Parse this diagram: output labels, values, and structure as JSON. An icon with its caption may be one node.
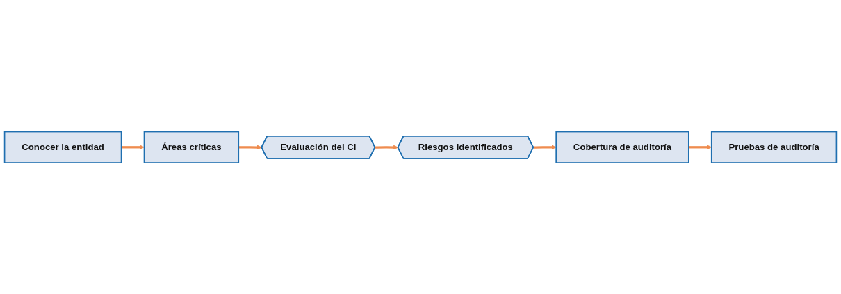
{
  "diagram": {
    "nodes": [
      {
        "text": [
          "Conocer la entidad"
        ]
      },
      {
        "text": [
          "Áreas críticas"
        ]
      },
      {
        "text": [
          "Evaluación del CI"
        ]
      },
      {
        "text": [
          "Riesgos identificados"
        ]
      },
      {
        "text": [
          "Cobertura de auditoría"
        ]
      },
      {
        "text": [
          "Pruebas de auditoría"
        ]
      }
    ],
    "edges": [
      {
        "from": 0,
        "to": 1,
        "arrow": "to"
      },
      {
        "from": 1,
        "to": 2,
        "arrow": "to"
      },
      {
        "from": 2,
        "to": 3,
        "arrow": "to"
      },
      {
        "from": 3,
        "to": 4,
        "arrow": "to"
      },
      {
        "from": 4,
        "to": 5,
        "arrow": "to"
      }
    ]
  }
}
